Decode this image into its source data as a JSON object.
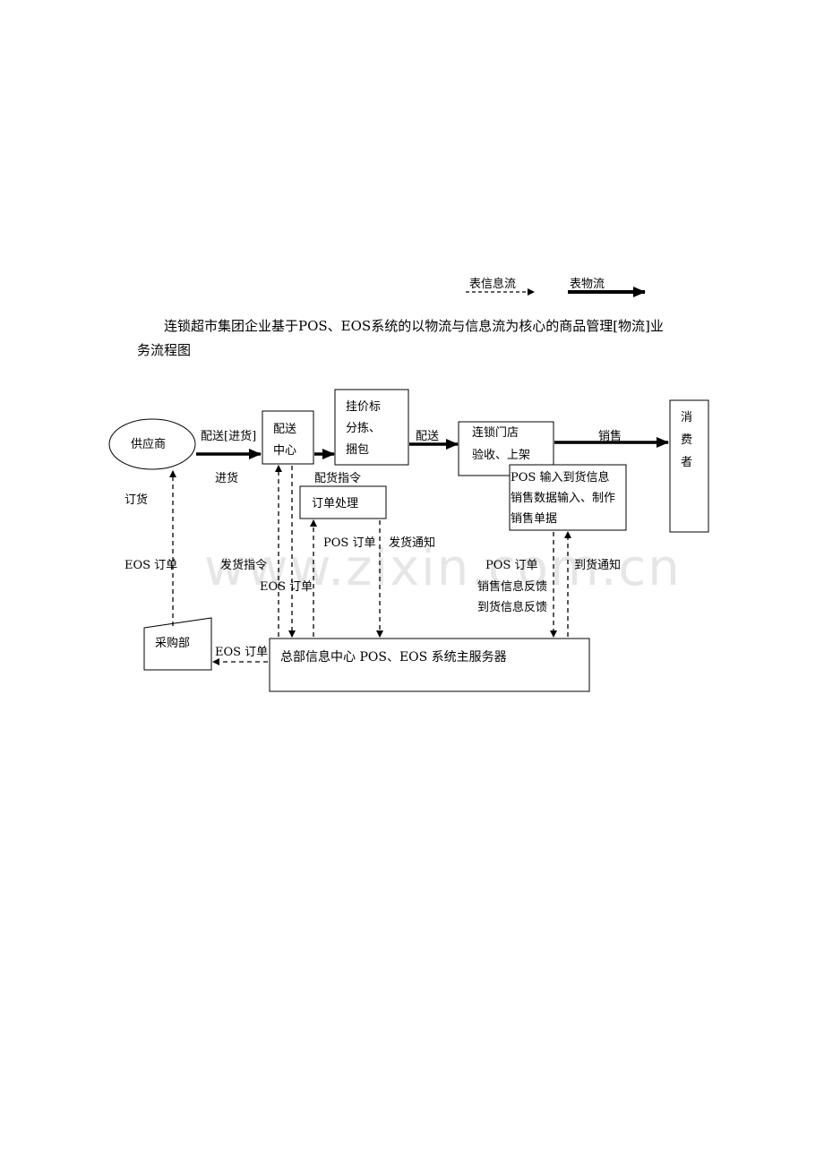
{
  "legend": {
    "info_flow": "表信息流",
    "material_flow": "表物流"
  },
  "caption": {
    "line1": "连锁超市集团企业基于POS、EOS系统的以物流与信息流为核心的商品管理[物流]业",
    "line2": "务流程图"
  },
  "watermark": "www.zixin.com.cn",
  "nodes": {
    "supplier": "供应商",
    "distribution_center_1": "配送",
    "distribution_center_2": "中心",
    "pricing_1": "挂价标",
    "pricing_2": "分拣、",
    "pricing_3": "捆包",
    "store_1": "连锁门店",
    "store_2": "验收、上架",
    "consumer_1": "消",
    "consumer_2": "费",
    "consumer_3": "者",
    "pos_box_1": "POS 输入到货信息",
    "pos_box_2": "销售数据输入、制作",
    "pos_box_3": "销售单据",
    "order_processing": "订单处理",
    "purchasing": "采购部",
    "hq_server": "总部信息中心  POS、EOS 系统主服务器"
  },
  "labels": {
    "delivery_purchase": "配送[进货]",
    "purchase_in": "进货",
    "delivery": "配送",
    "sales": "销售",
    "order_goods": "订货",
    "distribution_order": "配货指令",
    "eos_order_left": "EOS 订单",
    "shipping_order": "发货指令",
    "eos_order_mid": "EOS 订单",
    "pos_order_mid": "POS 订单",
    "shipping_notice": "发货通知",
    "pos_order_right": "POS 订单",
    "sales_feedback": "销售信息反馈",
    "arrival_feedback": "到货信息反馈",
    "arrival_notice": "到货通知",
    "eos_order_bottom": "EOS 订单"
  }
}
